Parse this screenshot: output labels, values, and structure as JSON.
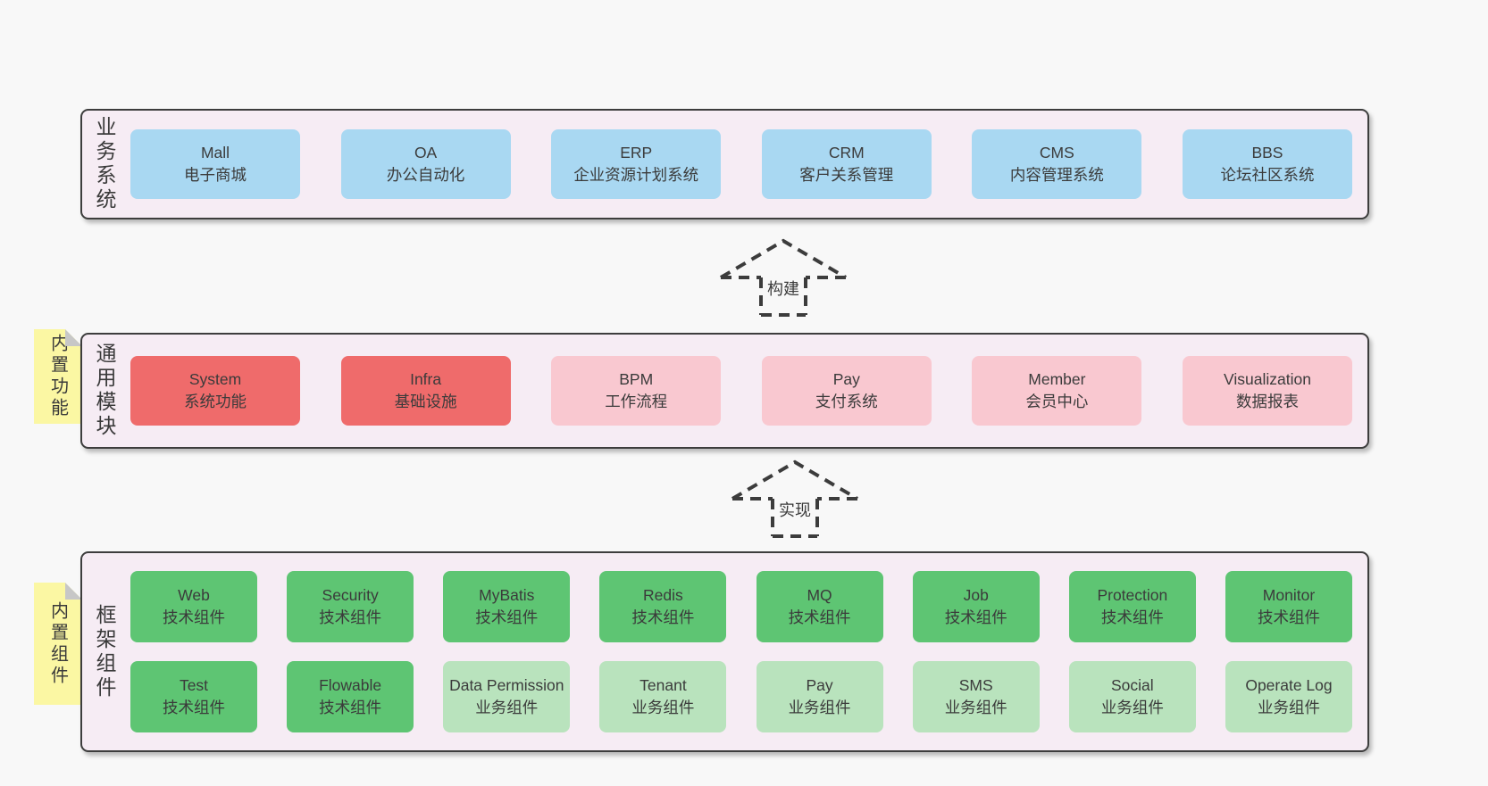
{
  "layers": [
    {
      "id": "business-systems",
      "label": "业务系统",
      "sticky": null,
      "boxes": [
        {
          "name": "Mall",
          "desc": "电子商城",
          "type": "blue"
        },
        {
          "name": "OA",
          "desc": "办公自动化",
          "type": "blue"
        },
        {
          "name": "ERP",
          "desc": "企业资源计划系统",
          "type": "blue"
        },
        {
          "name": "CRM",
          "desc": "客户关系管理",
          "type": "blue"
        },
        {
          "name": "CMS",
          "desc": "内容管理系统",
          "type": "blue"
        },
        {
          "name": "BBS",
          "desc": "论坛社区系统",
          "type": "blue"
        }
      ]
    },
    {
      "id": "common-modules",
      "label": "通用模块",
      "sticky": "内置功能",
      "boxes": [
        {
          "name": "System",
          "desc": "系统功能",
          "type": "red"
        },
        {
          "name": "Infra",
          "desc": "基础设施",
          "type": "red"
        },
        {
          "name": "BPM",
          "desc": "工作流程",
          "type": "pink"
        },
        {
          "name": "Pay",
          "desc": "支付系统",
          "type": "pink"
        },
        {
          "name": "Member",
          "desc": "会员中心",
          "type": "pink"
        },
        {
          "name": "Visualization",
          "desc": "数据报表",
          "type": "pink"
        }
      ]
    },
    {
      "id": "framework-components",
      "label": "框架组件",
      "sticky": "内置组件",
      "boxes": [
        {
          "name": "Web",
          "desc": "技术组件",
          "type": "green"
        },
        {
          "name": "Security",
          "desc": "技术组件",
          "type": "green"
        },
        {
          "name": "MyBatis",
          "desc": "技术组件",
          "type": "green"
        },
        {
          "name": "Redis",
          "desc": "技术组件",
          "type": "green"
        },
        {
          "name": "MQ",
          "desc": "技术组件",
          "type": "green"
        },
        {
          "name": "Job",
          "desc": "技术组件",
          "type": "green"
        },
        {
          "name": "Protection",
          "desc": "技术组件",
          "type": "green"
        },
        {
          "name": "Monitor",
          "desc": "技术组件",
          "type": "green"
        },
        {
          "name": "Test",
          "desc": "技术组件",
          "type": "green"
        },
        {
          "name": "Flowable",
          "desc": "技术组件",
          "type": "green"
        },
        {
          "name": "Data Permission",
          "desc": "业务组件",
          "type": "lightgreen"
        },
        {
          "name": "Tenant",
          "desc": "业务组件",
          "type": "lightgreen"
        },
        {
          "name": "Pay",
          "desc": "业务组件",
          "type": "lightgreen"
        },
        {
          "name": "SMS",
          "desc": "业务组件",
          "type": "lightgreen"
        },
        {
          "name": "Social",
          "desc": "业务组件",
          "type": "lightgreen"
        },
        {
          "name": "Operate Log",
          "desc": "业务组件",
          "type": "lightgreen"
        }
      ]
    }
  ],
  "arrows": [
    {
      "label": "构建"
    },
    {
      "label": "实现"
    }
  ],
  "colors": {
    "page_bg": "#f8f8f8",
    "container_bg": "#f6ecf4",
    "container_border": "#3d3d3d",
    "blue_box": "#a9d8f2",
    "red_box": "#ef6b6b",
    "pink_box": "#f9c8d0",
    "green_box": "#5ec573",
    "light_green_box": "#b9e3bd",
    "sticky_yellow": "#fbf7a3",
    "sticky_fold": "#c7c7c7",
    "text": "#3b3b3b"
  }
}
